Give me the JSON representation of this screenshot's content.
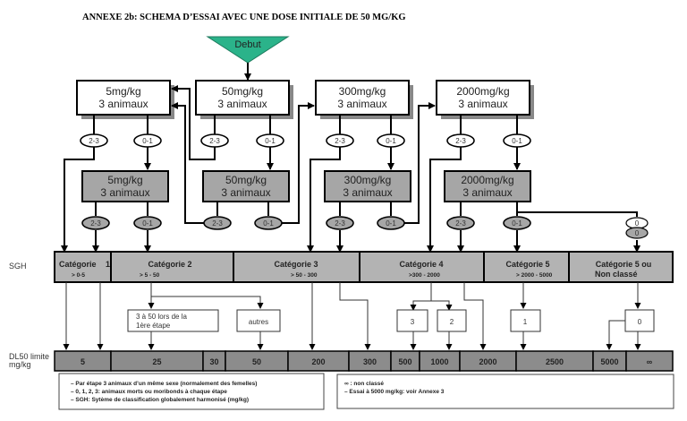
{
  "title": "ANNEXE 2b:   SCHEMA D’ESSAI AVEC UNE DOSE INITIALE DE 50 MG/KG",
  "start": {
    "label": "Debut",
    "color": "#2bb38a"
  },
  "top_boxes": [
    {
      "dose": "5mg/kg",
      "animals": "3 animaux"
    },
    {
      "dose": "50mg/kg",
      "animals": "3 animaux"
    },
    {
      "dose": "300mg/kg",
      "animals": "3 animaux"
    },
    {
      "dose": "2000mg/kg",
      "animals": "3 animaux"
    }
  ],
  "second_boxes": [
    {
      "dose": "5mg/kg",
      "animals": "3 animaux"
    },
    {
      "dose": "50mg/kg",
      "animals": "3 animaux"
    },
    {
      "dose": "300mg/kg",
      "animals": "3 animaux"
    },
    {
      "dose": "2000mg/kg",
      "animals": "3 animaux"
    }
  ],
  "outcomes": {
    "high": "2-3",
    "low": "0-1",
    "zero": "0"
  },
  "sgh": {
    "label": "SGH",
    "categories": [
      {
        "title": "Catégorie",
        "suffix": "1",
        "range": "> 0-5"
      },
      {
        "title": "Catégorie 2",
        "range": "> 5 - 50"
      },
      {
        "title": "Catégorie 3",
        "range": ">  50 - 300"
      },
      {
        "title": "Catégorie 4",
        "range": ">300 - 2000"
      },
      {
        "title": "Catégorie 5",
        "range": "> 2000 - 5000"
      },
      {
        "title": "Catégorie 5 ou",
        "range": "Non classé"
      }
    ]
  },
  "results": {
    "cat2_first_step": [
      "3 à 50 lors de la",
      "1ère étape"
    ],
    "others": "autres",
    "cat4": [
      "3",
      "2"
    ],
    "cat5": "1",
    "cat5nc": "0"
  },
  "dl50": {
    "label_line1": "DL50  limite",
    "label_line2": "mg/kg",
    "values": [
      "5",
      "25",
      "30",
      "50",
      "200",
      "300",
      "500",
      "1000",
      "2000",
      "2500",
      "5000",
      "∞"
    ]
  },
  "notes_left": [
    "– Par étape 3 animaux d’un même sexe (normalement des femelles)",
    "– 0, 1, 2, 3: animaux morts ou moribonds à chaque étape",
    "– SGH: Sytème de classification globalement harmonisé (mg/kg)"
  ],
  "notes_right": [
    "∞ : non classé",
    "– Essai à 5000 mg/kg: voir Annexe 3"
  ],
  "colors": {
    "box_grey": "#a6a6a6",
    "dl_grey": "#8c8c8c",
    "cat_grey": "#b3b3b3",
    "shadow": "#888888"
  }
}
